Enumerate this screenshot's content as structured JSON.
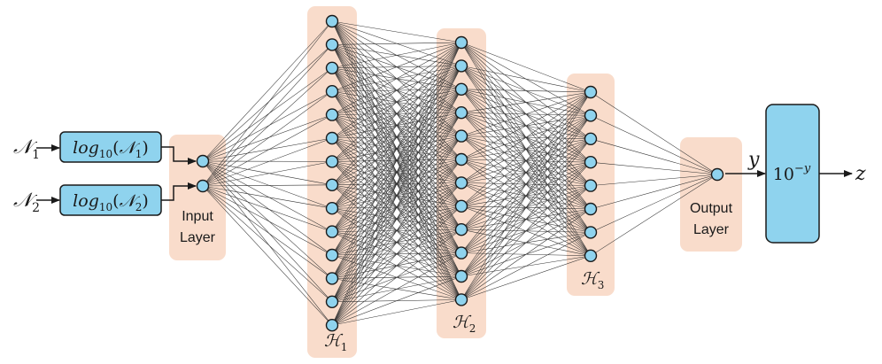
{
  "inputs": {
    "n1": {
      "symbol": "𝒩",
      "sub": "1"
    },
    "n2": {
      "symbol": "𝒩",
      "sub": "2"
    }
  },
  "transforms": {
    "t1": {
      "fn": "log",
      "base": "10",
      "arg": "𝒩",
      "arg_sub": "1"
    },
    "t2": {
      "fn": "log",
      "base": "10",
      "arg": "𝒩",
      "arg_sub": "2"
    }
  },
  "layers": {
    "input": {
      "label_line1": "Input",
      "label_line2": "Layer",
      "nodes": 2
    },
    "h1": {
      "symbol": "ℋ",
      "sub": "1",
      "nodes": 14
    },
    "h2": {
      "symbol": "ℋ",
      "sub": "2",
      "nodes": 12
    },
    "h3": {
      "symbol": "ℋ",
      "sub": "3",
      "nodes": 8
    },
    "output": {
      "label_line1": "Output",
      "label_line2": "Layer",
      "nodes": 1
    }
  },
  "output_var": "y",
  "power_box": {
    "base": "10",
    "exponent": "−y"
  },
  "final_var": "z",
  "colors": {
    "layer_band": "#f9dccb",
    "node_fill": "#8fd3ee",
    "box_fill": "#8fd3ee",
    "stroke": "#1a1a1a"
  }
}
